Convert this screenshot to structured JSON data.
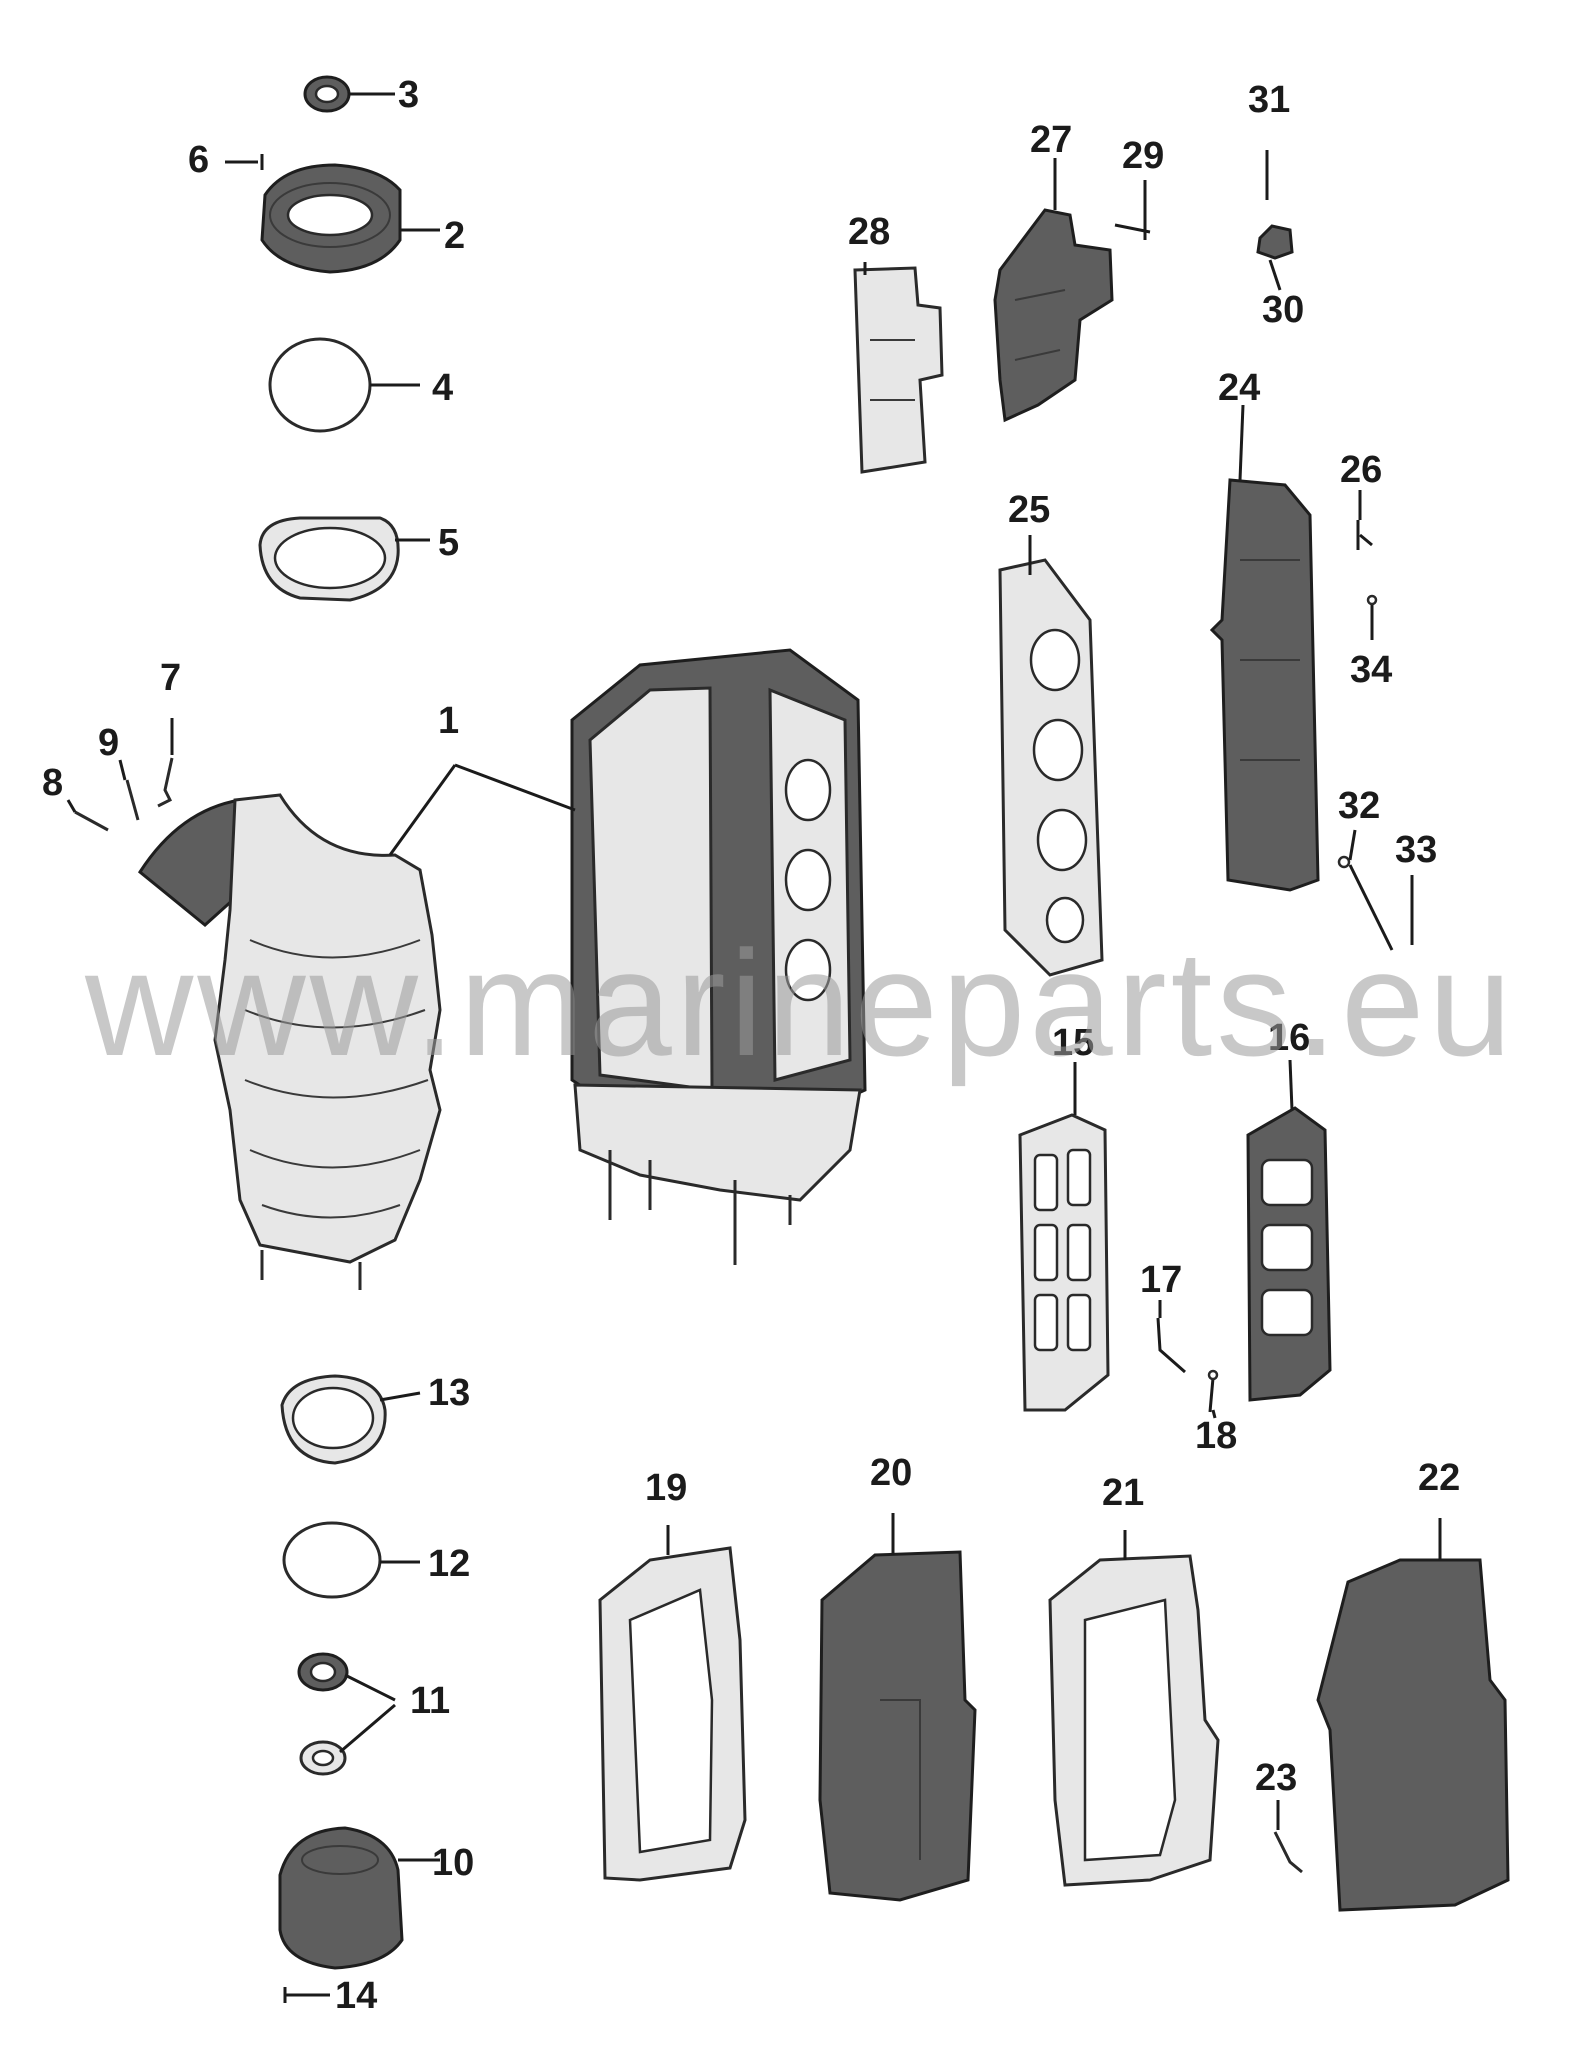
{
  "watermark": "www.marineparts.eu",
  "callouts": [
    {
      "id": "1",
      "text": "1"
    },
    {
      "id": "2",
      "text": "2"
    },
    {
      "id": "3",
      "text": "3"
    },
    {
      "id": "4",
      "text": "4"
    },
    {
      "id": "5",
      "text": "5"
    },
    {
      "id": "6",
      "text": "6"
    },
    {
      "id": "7",
      "text": "7"
    },
    {
      "id": "8",
      "text": "8"
    },
    {
      "id": "9",
      "text": "9"
    },
    {
      "id": "10",
      "text": "10"
    },
    {
      "id": "11",
      "text": "11"
    },
    {
      "id": "12",
      "text": "12"
    },
    {
      "id": "13",
      "text": "13"
    },
    {
      "id": "14",
      "text": "14"
    },
    {
      "id": "15",
      "text": "15"
    },
    {
      "id": "16",
      "text": "16"
    },
    {
      "id": "17",
      "text": "17"
    },
    {
      "id": "18",
      "text": "18"
    },
    {
      "id": "19",
      "text": "19"
    },
    {
      "id": "20",
      "text": "20"
    },
    {
      "id": "21",
      "text": "21"
    },
    {
      "id": "22",
      "text": "22"
    },
    {
      "id": "23",
      "text": "23"
    },
    {
      "id": "24",
      "text": "24"
    },
    {
      "id": "25",
      "text": "25"
    },
    {
      "id": "26",
      "text": "26"
    },
    {
      "id": "27",
      "text": "27"
    },
    {
      "id": "28",
      "text": "28"
    },
    {
      "id": "29",
      "text": "29"
    },
    {
      "id": "30",
      "text": "30"
    },
    {
      "id": "31",
      "text": "31"
    },
    {
      "id": "32",
      "text": "32"
    },
    {
      "id": "33",
      "text": "33"
    },
    {
      "id": "34",
      "text": "34"
    }
  ]
}
